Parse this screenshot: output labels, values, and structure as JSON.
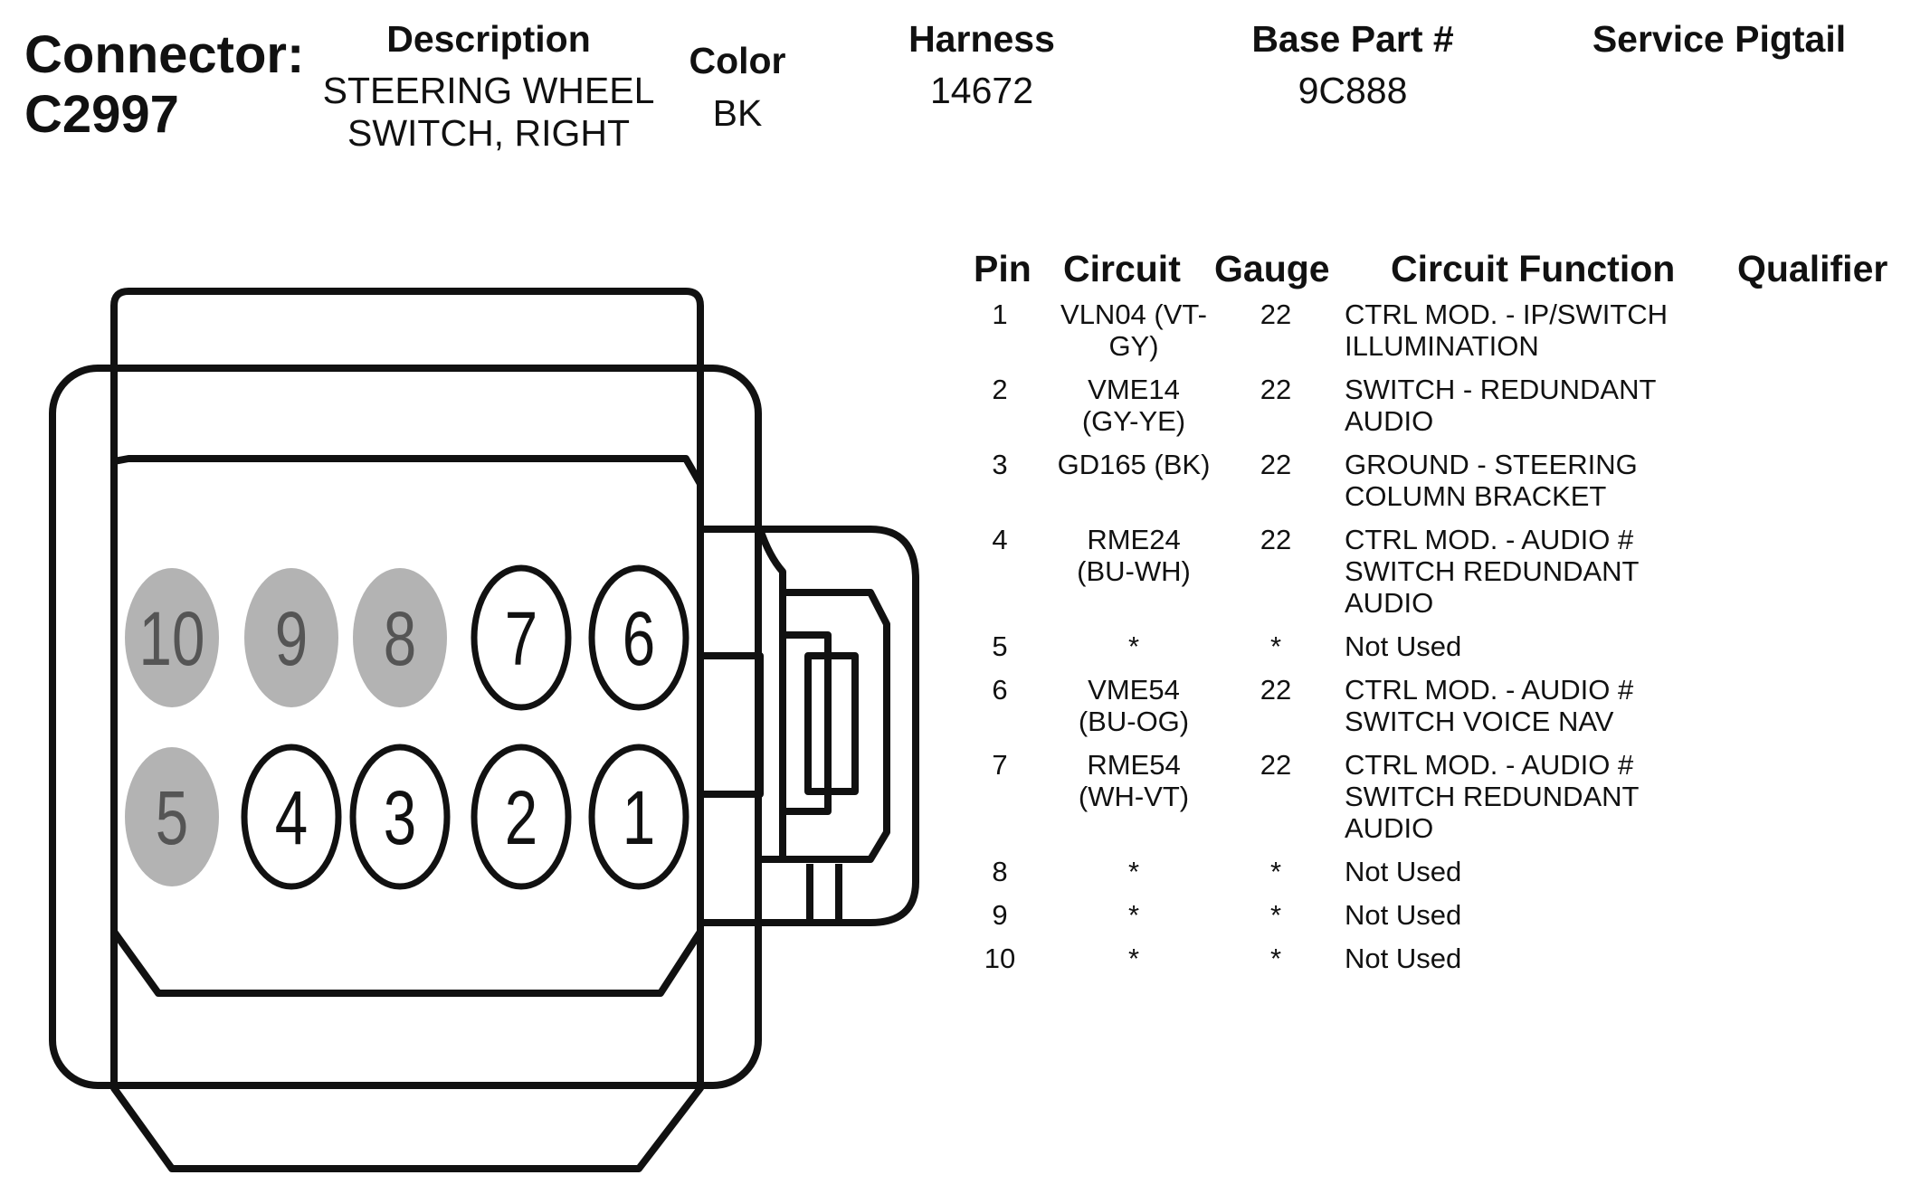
{
  "connector": {
    "label": "Connector:",
    "id": "C2997"
  },
  "header": {
    "description": {
      "label": "Description",
      "value_line1": "STEERING WHEEL",
      "value_line2": "SWITCH, RIGHT"
    },
    "color": {
      "label": "Color",
      "value": "BK"
    },
    "harness": {
      "label": "Harness",
      "value": "14672"
    },
    "base_part": {
      "label": "Base Part #",
      "value": "9C888"
    },
    "service_pigtail": {
      "label": "Service Pigtail",
      "value": ""
    }
  },
  "table": {
    "columns": [
      "Pin",
      "Circuit",
      "Gauge",
      "Circuit Function",
      "Qualifier"
    ],
    "rows": [
      {
        "pin": "1",
        "circuit": [
          "VLN04 (VT-",
          "GY)"
        ],
        "gauge": "22",
        "function": [
          "CTRL MOD. - IP/SWITCH",
          "ILLUMINATION"
        ],
        "qualifier": ""
      },
      {
        "pin": "2",
        "circuit": [
          "VME14",
          "(GY-YE)"
        ],
        "gauge": "22",
        "function": [
          "SWITCH - REDUNDANT",
          "AUDIO"
        ],
        "qualifier": ""
      },
      {
        "pin": "3",
        "circuit": [
          "GD165 (BK)"
        ],
        "gauge": "22",
        "function": [
          "GROUND - STEERING",
          "COLUMN BRACKET"
        ],
        "qualifier": ""
      },
      {
        "pin": "4",
        "circuit": [
          "RME24",
          "(BU-WH)"
        ],
        "gauge": "22",
        "function": [
          "CTRL MOD. - AUDIO #",
          "SWITCH REDUNDANT",
          "AUDIO"
        ],
        "qualifier": ""
      },
      {
        "pin": "5",
        "circuit": [
          "*"
        ],
        "gauge": "*",
        "function": [
          "Not Used"
        ],
        "qualifier": ""
      },
      {
        "pin": "6",
        "circuit": [
          "VME54",
          "(BU-OG)"
        ],
        "gauge": "22",
        "function": [
          "CTRL MOD. - AUDIO #",
          "SWITCH VOICE NAV"
        ],
        "qualifier": ""
      },
      {
        "pin": "7",
        "circuit": [
          "RME54",
          "(WH-VT)"
        ],
        "gauge": "22",
        "function": [
          "CTRL MOD. - AUDIO #",
          "SWITCH REDUNDANT",
          "AUDIO"
        ],
        "qualifier": ""
      },
      {
        "pin": "8",
        "circuit": [
          "*"
        ],
        "gauge": "*",
        "function": [
          "Not Used"
        ],
        "qualifier": ""
      },
      {
        "pin": "9",
        "circuit": [
          "*"
        ],
        "gauge": "*",
        "function": [
          "Not Used"
        ],
        "qualifier": ""
      },
      {
        "pin": "10",
        "circuit": [
          "*"
        ],
        "gauge": "*",
        "function": [
          "Not Used"
        ],
        "qualifier": ""
      }
    ]
  },
  "diagram": {
    "pins": [
      {
        "label": "10",
        "used": false
      },
      {
        "label": "9",
        "used": false
      },
      {
        "label": "8",
        "used": false
      },
      {
        "label": "7",
        "used": true
      },
      {
        "label": "6",
        "used": true
      },
      {
        "label": "5",
        "used": false
      },
      {
        "label": "4",
        "used": true
      },
      {
        "label": "3",
        "used": true
      },
      {
        "label": "2",
        "used": true
      },
      {
        "label": "1",
        "used": true
      }
    ],
    "colors": {
      "used_fill": "#ffffff",
      "unused_fill": "#b3b3b3",
      "unused_text": "#555555",
      "stroke": "#111111"
    }
  }
}
